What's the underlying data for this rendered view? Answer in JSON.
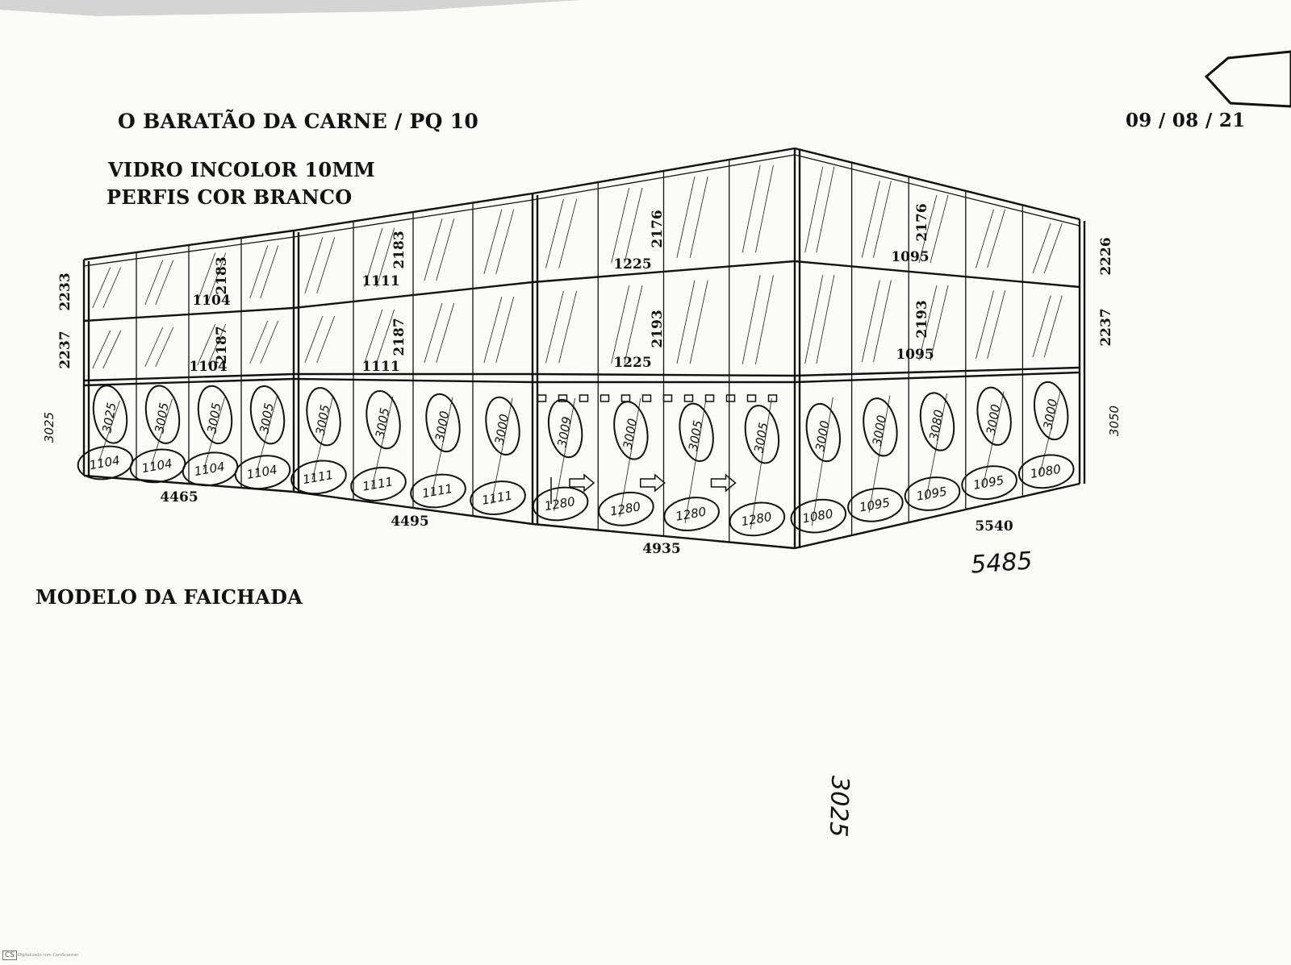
{
  "header": {
    "title": "O BARATÃO DA CARNE / PQ 10",
    "date": "09 / 08 / 21",
    "spec_glass": "VIDRO INCOLOR 10MM",
    "spec_profile": "PERFIS COR BRANCO"
  },
  "footer": {
    "model_label": "MODELO DA FAICHADA",
    "scanner_badge": "CS",
    "scanner_text": "Digitalizado com CamScanner"
  },
  "dimensions": {
    "section_widths": [
      "4465",
      "4495",
      "4935",
      "5540"
    ],
    "left_heights": [
      "2233",
      "2237",
      "3025"
    ],
    "right_heights": [
      "2226",
      "2237",
      "3050"
    ],
    "upper_panels": [
      {
        "width": "1104",
        "height": "2183"
      },
      {
        "width": "1111",
        "height": "2183"
      },
      {
        "width": "1225",
        "height": "2176"
      },
      {
        "width": "1095",
        "height": "2176"
      }
    ],
    "middle_panels": [
      {
        "width": "1104",
        "height": "2187"
      },
      {
        "width": "1111",
        "height": "2187"
      },
      {
        "width": "1225",
        "height": "2193"
      },
      {
        "width": "1095",
        "height": "2193"
      }
    ]
  },
  "handwritten": {
    "corrected_total": "5485",
    "margin_note": "3025",
    "lower_heights": [
      [
        "3025",
        "3005",
        "3005",
        "3005"
      ],
      [
        "3005",
        "3005",
        "3000",
        "3000"
      ],
      [
        "3009",
        "3000",
        "3005",
        "3005"
      ],
      [
        "3000",
        "3000",
        "3080",
        "3000",
        "3000"
      ]
    ],
    "lower_widths": [
      [
        "1104",
        "1104",
        "1104",
        "1104"
      ],
      [
        "1111",
        "1111",
        "1111",
        "1111"
      ],
      [
        "1280",
        "1280",
        "1280",
        "1280"
      ],
      [
        "1080",
        "1095",
        "1095",
        "1095",
        "1080"
      ]
    ]
  },
  "colors": {
    "ink": "#111111",
    "paper": "#fbfbfa"
  }
}
